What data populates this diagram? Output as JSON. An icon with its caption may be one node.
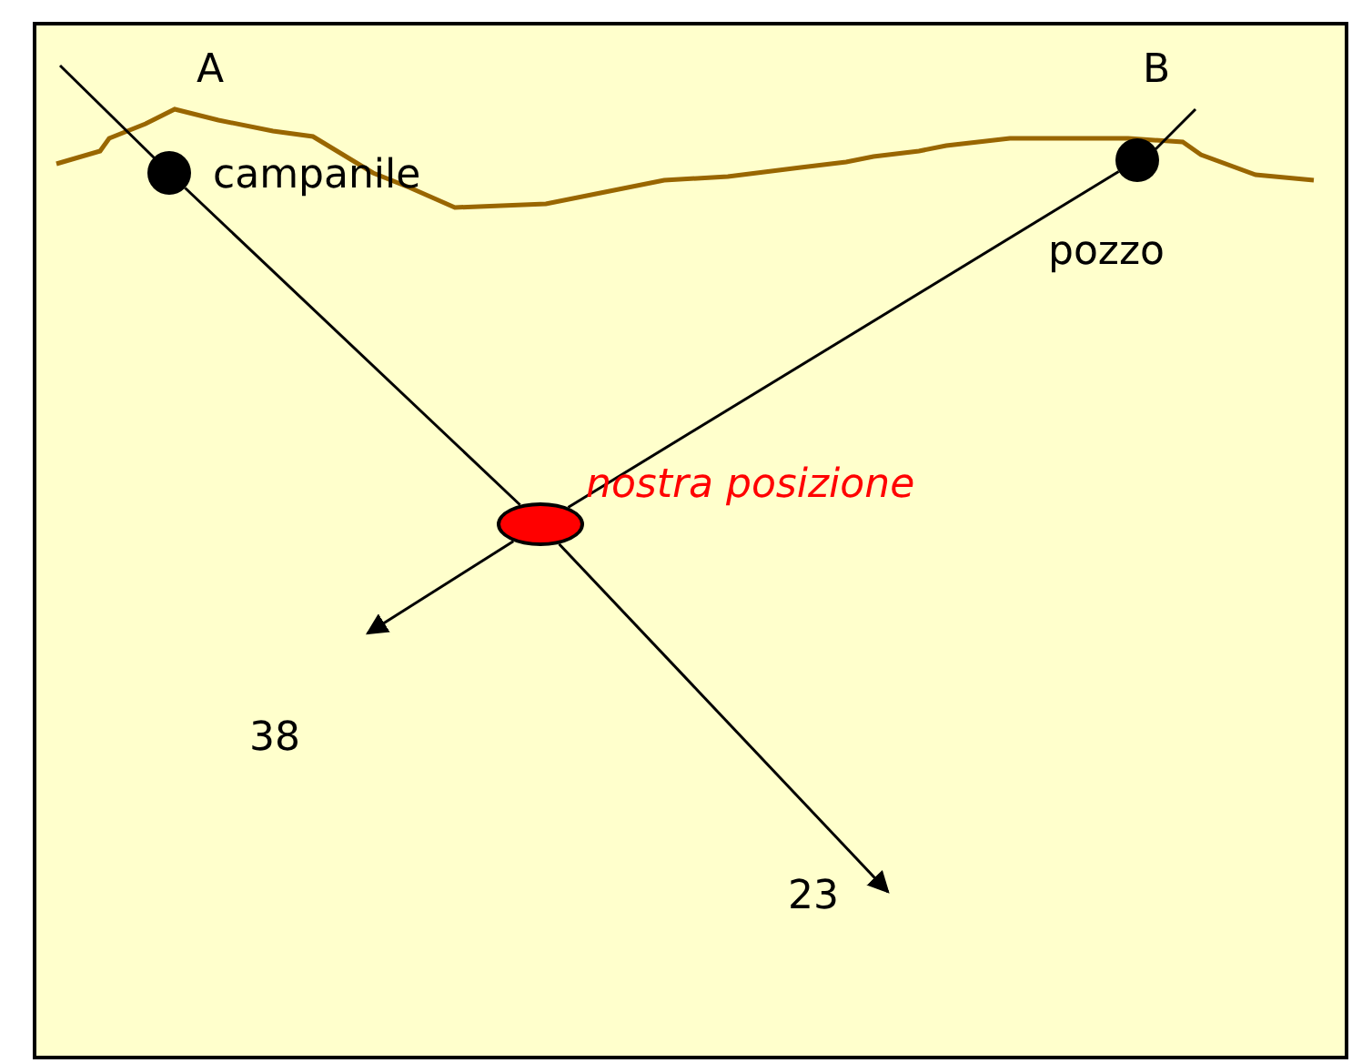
{
  "diagram": {
    "nodes": [
      {
        "text": [
          "A",
          "campanile"
        ]
      },
      {
        "text": [
          "B",
          "pozzo"
        ]
      },
      {
        "text": [
          "nostra posizione"
        ]
      }
    ],
    "edges": [
      {
        "from": 0,
        "to": 2,
        "arrow": "none"
      },
      {
        "from": 2,
        "to": null,
        "arrow": "to"
      },
      {
        "from": 1,
        "to": 2,
        "arrow": "none"
      },
      {
        "from": 2,
        "to": null,
        "arrow": "to"
      }
    ],
    "labels": [
      "38",
      "23"
    ]
  }
}
